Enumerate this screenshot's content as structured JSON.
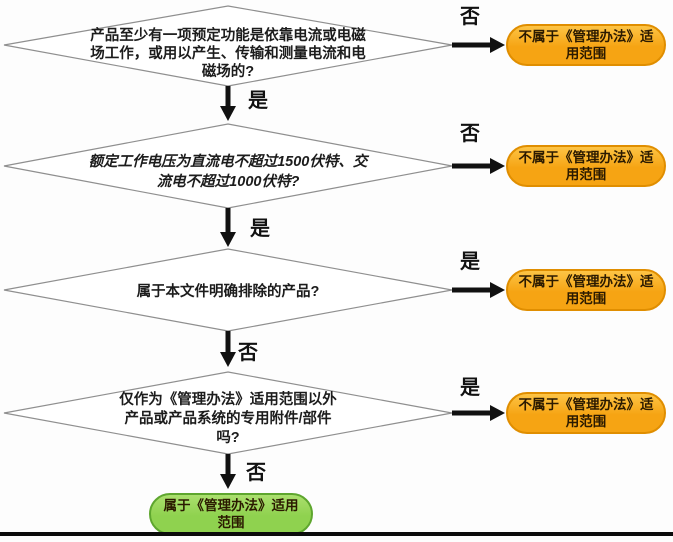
{
  "nodes": {
    "decision_1": {
      "text": "产品至少有一项预定功能是依靠电流或电磁\n场工作，或用以产生、传输和测量电流和电\n磁场的?",
      "down_label": "是",
      "side_label": "否"
    },
    "decision_2": {
      "text": "额定工作电压为直流电不超过1500伏特、交\n流电不超过1000伏特?",
      "down_label": "是",
      "side_label": "否"
    },
    "decision_3": {
      "text": "属于本文件明确排除的产品?",
      "down_label": "否",
      "side_label": "是"
    },
    "decision_4": {
      "text": "仅作为《管理办法》适用范围以外\n产品或产品系统的专用附件/部件\n吗?",
      "down_label": "否",
      "side_label": "是"
    },
    "end_negative": {
      "text": "不属于《管理办法》适\n用范围"
    },
    "end_positive": {
      "text": "属于《管理办法》适用\n范围"
    }
  },
  "colors": {
    "negative_fill": "#F6A413",
    "negative_fill_light": "#FDC445",
    "negative_border": "#E08E00",
    "positive_fill": "#8FD24F",
    "positive_fill_light": "#ABDF6E",
    "positive_border": "#5EA62E",
    "arrow": "#111111",
    "diamond_border": "#8f8f8f"
  }
}
